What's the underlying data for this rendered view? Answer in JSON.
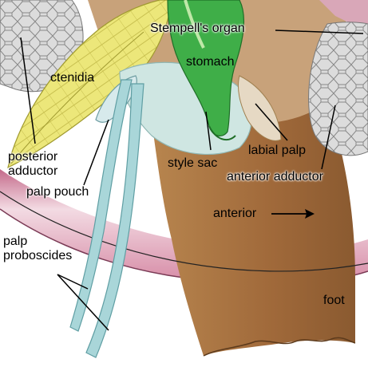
{
  "labels": {
    "stempells_organ": "Stempell's organ",
    "stomach": "stomach",
    "ctenidia": "ctenidia",
    "labial_palp": "labial palp",
    "style_sac": "style sac",
    "posterior_adductor_line1": "posterior",
    "posterior_adductor_line2": "adductor",
    "anterior_adductor": "anterior adductor",
    "palp_pouch": "palp pouch",
    "anterior": "anterior",
    "palp_proboscides_line1": "palp",
    "palp_proboscides_line2": "proboscides",
    "foot": "foot"
  },
  "colors": {
    "foot_brown": "#a8733f",
    "mantle_pink": "#d9a7b8",
    "ctenidia_yellow": "#ece77a",
    "stomach_green": "#3fae48",
    "palp_blue": "#a9d6d9",
    "adductor_gray": "#d7d7d7"
  }
}
